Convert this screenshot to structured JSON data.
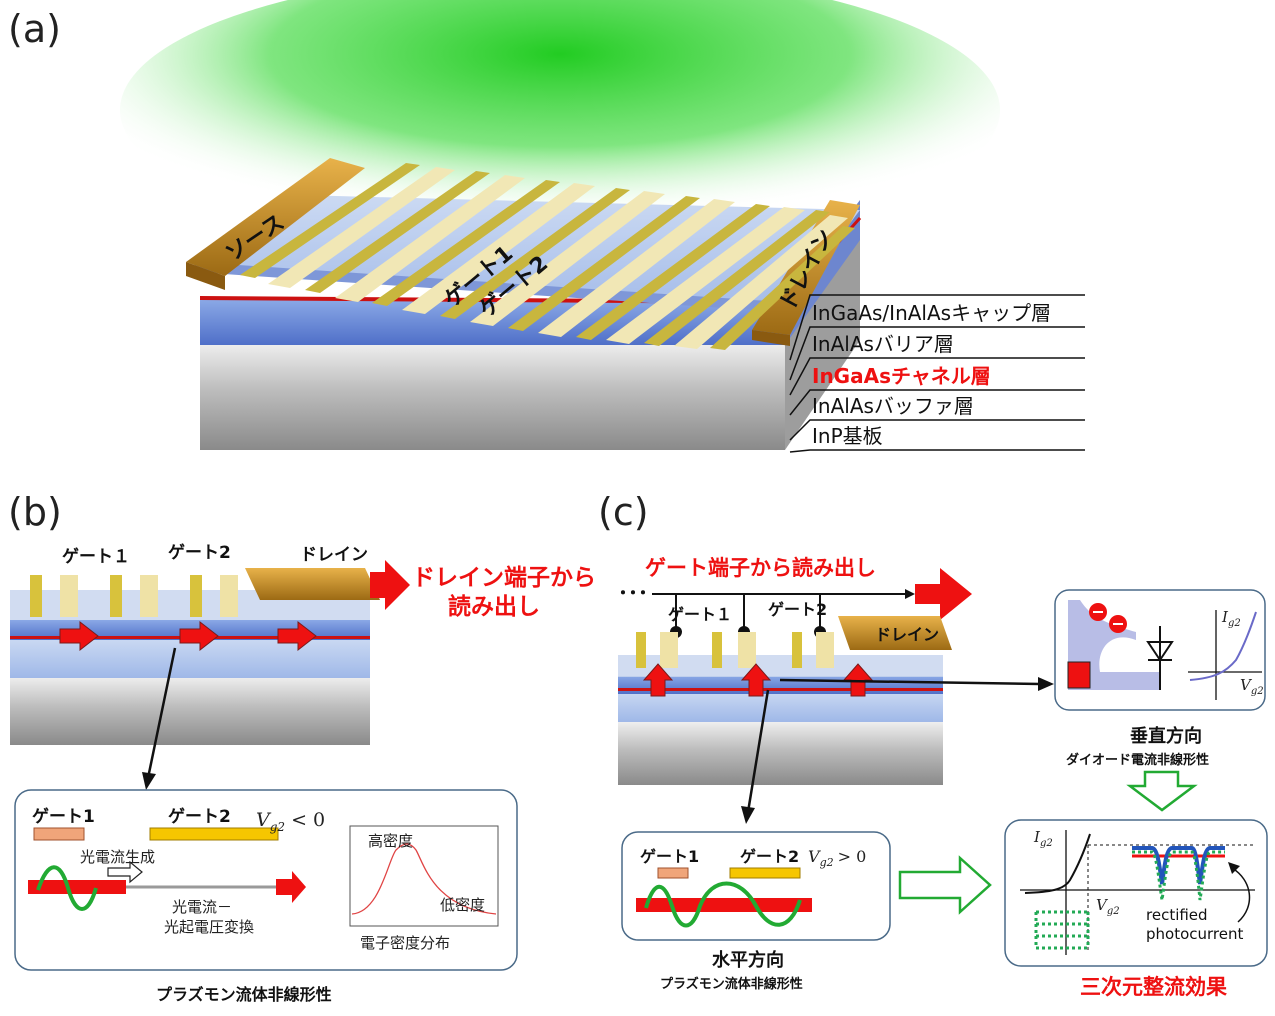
{
  "panel_a": {
    "label": "(a)",
    "source": "ソース",
    "gate1": "ゲート1",
    "gate2": "ゲート2",
    "drain": "ドレイン",
    "layers": [
      "InGaAs/InAlAsキャップ層",
      "InAlAsバリア層",
      "InGaAsチャネル層",
      "InAlAsバッファ層",
      "InP基板"
    ],
    "highlight_color": "#ee1111",
    "light_color": "#22cc22"
  },
  "panel_b": {
    "label": "(b)",
    "gate1": "ゲート１",
    "gate2": "ゲート2",
    "drain": "ドレイン",
    "readout_line1": "ドレイン端子から",
    "readout_line2": "読み出し",
    "inset": {
      "gate1": "ゲート1",
      "gate2": "ゲート2",
      "vg_sym": "V",
      "vg_sub": "g2",
      "vg_cond": "< 0",
      "photocurrent_gen": "光電流生成",
      "conv_line1": "光電流－",
      "conv_line2": "光起電圧変換",
      "high_density": "高密度",
      "low_density": "低密度",
      "density_dist": "電子密度分布"
    },
    "caption": "プラズモン流体非線形性"
  },
  "panel_c": {
    "label": "(c)",
    "dots": "･･･",
    "readout": "ゲート端子から読み出し",
    "gate1": "ゲート１",
    "gate2": "ゲート2",
    "drain": "ドレイン",
    "diode_box": {
      "y_sym": "I",
      "y_sub": "g2",
      "x_sym": "V",
      "x_sub": "g2",
      "title": "垂直方向",
      "subtitle": "ダイオード電流非線形性"
    },
    "horizontal_box": {
      "gate1": "ゲート1",
      "gate2": "ゲート2",
      "vg_sym": "V",
      "vg_sub": "g2",
      "vg_cond": "> 0",
      "title": "水平方向",
      "subtitle": "プラズモン流体非線形性"
    },
    "result_box": {
      "y_sym": "I",
      "y_sub": "g2",
      "x_sym": "V",
      "x_sub": "g2",
      "rect_line1": "rectified",
      "rect_line2": "photocurrent",
      "title": "三次元整流効果"
    }
  }
}
